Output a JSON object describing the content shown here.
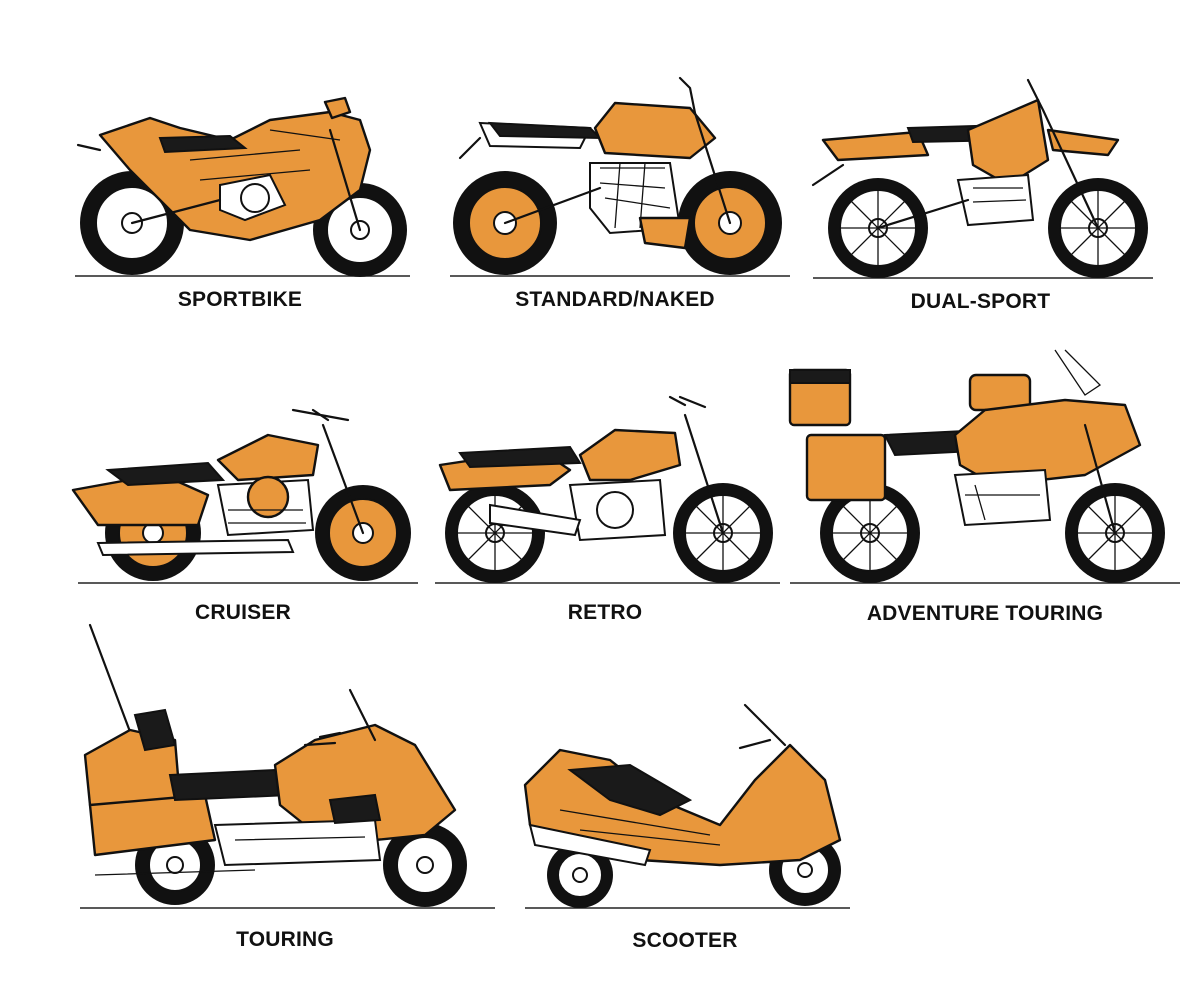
{
  "categories": [
    {
      "label": "SPORTBIKE"
    },
    {
      "label": "STANDARD/NAKED"
    },
    {
      "label": "DUAL-SPORT"
    },
    {
      "label": "CRUISER"
    },
    {
      "label": "RETRO"
    },
    {
      "label": "ADVENTURE TOURING"
    },
    {
      "label": "TOURING"
    },
    {
      "label": "SCOOTER"
    }
  ],
  "colors": {
    "accent": "#E8973C",
    "ink": "#111111",
    "background": "#FFFFFF"
  }
}
